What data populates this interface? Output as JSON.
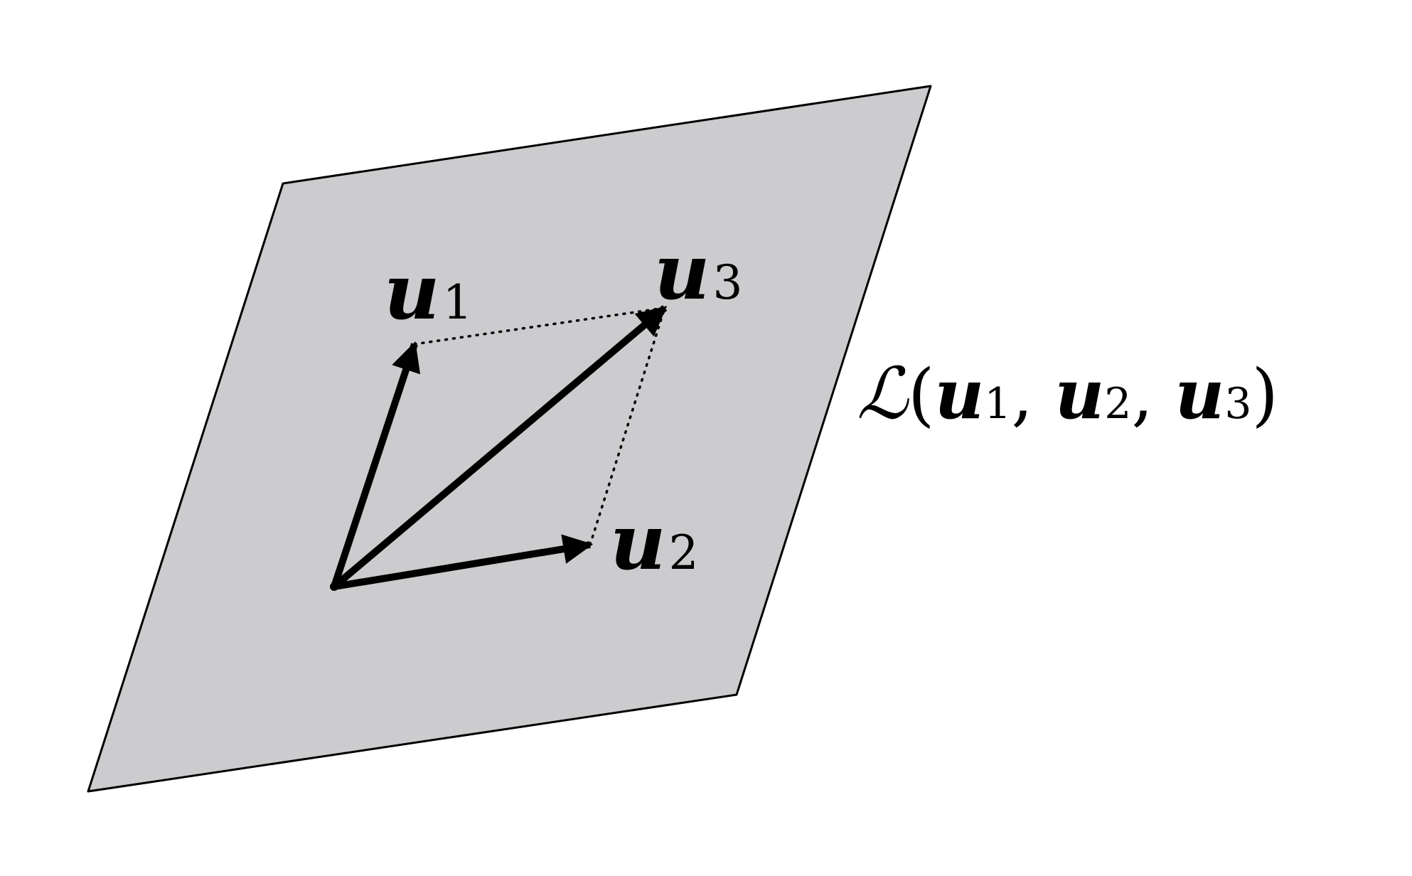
{
  "figure": {
    "plane_color": "#cccbce",
    "edge_color": "#000000",
    "vectors": [
      {
        "id": "u1",
        "symbol": "u",
        "subscript": "1"
      },
      {
        "id": "u2",
        "symbol": "u",
        "subscript": "2"
      },
      {
        "id": "u3",
        "symbol": "u",
        "subscript": "3"
      }
    ],
    "span_label": {
      "operator": "ℒ",
      "open": "(",
      "sep": ", ",
      "close": ")"
    }
  }
}
